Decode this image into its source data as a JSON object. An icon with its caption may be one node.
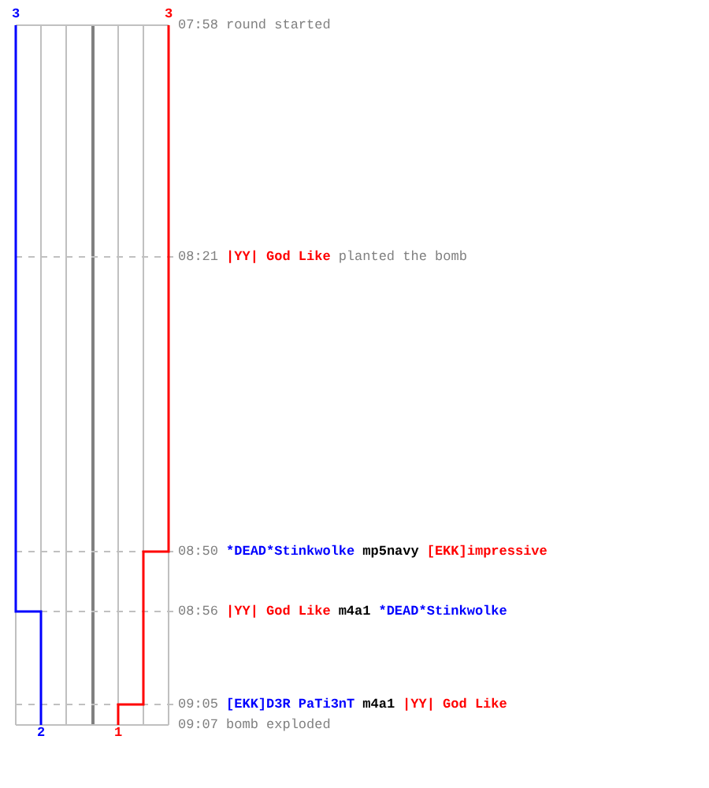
{
  "diagram": {
    "labels": [
      "3",
      "3",
      "07:58",
      "round started",
      "08:21",
      "|YY| God Like",
      "planted the bomb",
      "08:50",
      "*DEAD*Stinkwolke",
      "mp5navy",
      "[EKK]impressive",
      "08:56",
      "|YY| God Like",
      "m4a1",
      "*DEAD*Stinkwolke",
      "09:05",
      "[EKK]D3R PaTi3nT",
      "m4a1",
      "|YY| God Like",
      "09:07",
      "bomb exploded",
      "2",
      "1"
    ]
  }
}
